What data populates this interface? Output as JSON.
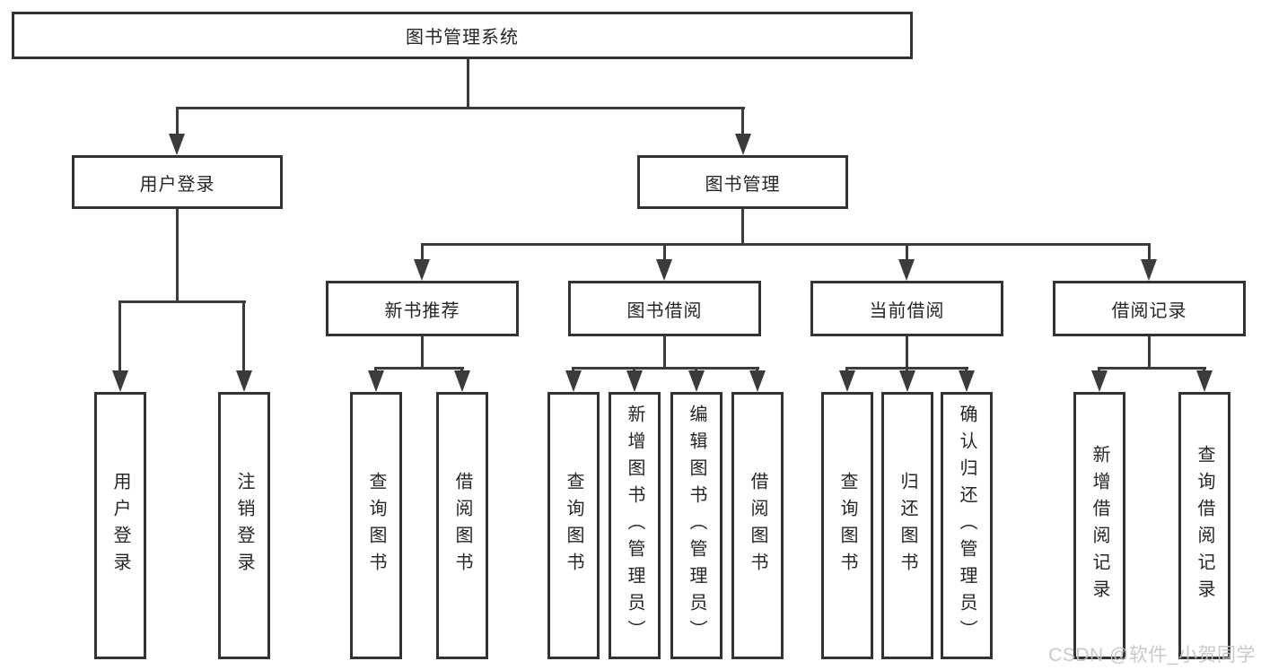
{
  "diagram": {
    "root": "图书管理系统",
    "branches": [
      {
        "label": "用户登录",
        "leaves": [
          "用户登录",
          "注销登录"
        ]
      },
      {
        "label": "图书管理",
        "groups": [
          {
            "label": "新书推荐",
            "leaves": [
              "查询图书",
              "借阅图书"
            ]
          },
          {
            "label": "图书借阅",
            "leaves": [
              "查询图书",
              "新增图书（管理员）",
              "编辑图书（管理员）",
              "借阅图书"
            ]
          },
          {
            "label": "当前借阅",
            "leaves": [
              "查询图书",
              "归还图书",
              "确认归还（管理员）"
            ]
          },
          {
            "label": "借阅记录",
            "leaves": [
              "新增借阅记录",
              "查询借阅记录"
            ]
          }
        ]
      }
    ]
  },
  "watermark": {
    "text": "CSDN @软件_小贺同学"
  },
  "colors": {
    "line": "#3b3b3b",
    "box_border": "#333333",
    "box_fill": "#ffffff",
    "text": "#262626",
    "watermark": "#c6c2c4",
    "background": "#ffffff"
  }
}
